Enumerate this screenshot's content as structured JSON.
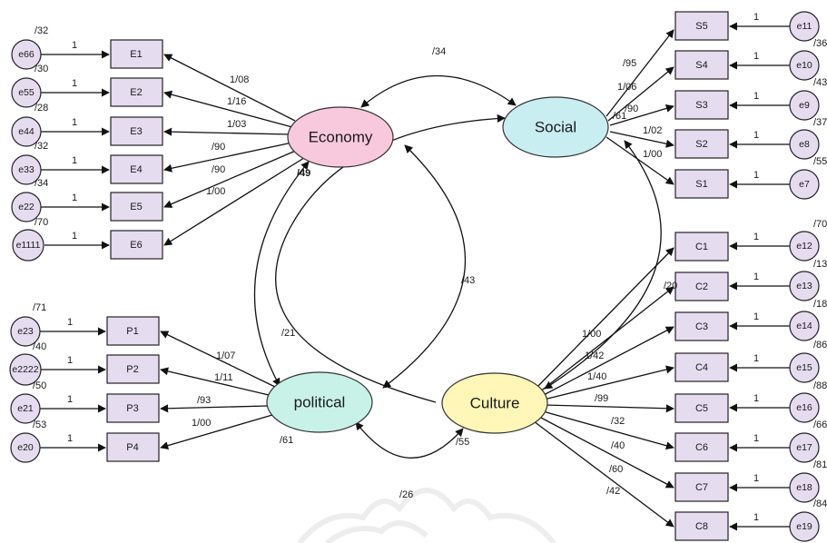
{
  "latents": {
    "economy": {
      "label": "Economy",
      "color": "#f8c9dc"
    },
    "social": {
      "label": "Social",
      "color": "#c8eef2"
    },
    "political": {
      "label": "political",
      "color": "#c8f2e8"
    },
    "culture": {
      "label": "Culture",
      "color": "#fff6b8"
    }
  },
  "observed": {
    "E1": "E1",
    "E2": "E2",
    "E3": "E3",
    "E4": "E4",
    "E5": "E5",
    "E6": "E6",
    "S5": "S5",
    "S4": "S4",
    "S3": "S3",
    "S2": "S2",
    "S1": "S1",
    "C1": "C1",
    "C2": "C2",
    "C3": "C3",
    "C4": "C4",
    "C5": "C5",
    "C6": "C6",
    "C7": "C7",
    "C8": "C8",
    "P1": "P1",
    "P2": "P2",
    "P3": "P3",
    "P4": "P4"
  },
  "errors": {
    "e66": "e66",
    "e55": "e55",
    "e44": "e44",
    "e33": "e33",
    "e22": "e22",
    "e1111": "e1111",
    "e11": "e11",
    "e10": "e10",
    "e9": "e9",
    "e8": "e8",
    "e7": "e7",
    "e12": "e12",
    "e13": "e13",
    "e14": "e14",
    "e15": "e15",
    "e16": "e16",
    "e17": "e17",
    "e18": "e18",
    "e19": "e19",
    "e23": "e23",
    "e2222": "e2222",
    "e21": "e21",
    "e20": "e20"
  },
  "error_loading": "1",
  "variances": {
    "e66": "/32",
    "e55": "/30",
    "e44": "/28",
    "e33": "/32",
    "e22": "/34",
    "e1111": "/70",
    "e11": "/36",
    "e10": "/43",
    "e9": "/37",
    "e8": "/55",
    "e12": "/70",
    "e13": "/13",
    "e14": "/18",
    "e15": "/86",
    "e16": "/88",
    "e17": "/66",
    "e18": "/81",
    "e19": "/84",
    "e23": "/71",
    "e2222": "/40",
    "e21": "/50",
    "e20": "/53"
  },
  "loadings": {
    "E1": "1/08",
    "E2": "1/16",
    "E3": "1/03",
    "E4": "/90",
    "E5": "/90",
    "E6": "1/00",
    "S5": "/95",
    "S4": "1/06",
    "S3": "/90",
    "S3b": "/61",
    "S2": "1/02",
    "S1": "1/00",
    "C1": "1/00",
    "C2": "/20",
    "C3": "1/42",
    "C4": "1/40",
    "C5": "/99",
    "C6": "/32",
    "C7": "/40",
    "C8": "/60",
    "C8b": "/42",
    "P1": "1/07",
    "P2": "1/11",
    "P3": "/93",
    "P4": "1/00"
  },
  "covariances": {
    "economy_social": "/34",
    "economy_culture": "/43",
    "political_social": "/21",
    "political_culture": "/26",
    "political_extra": "/61",
    "culture_extra": "/55",
    "economy_overlap": "/49"
  }
}
